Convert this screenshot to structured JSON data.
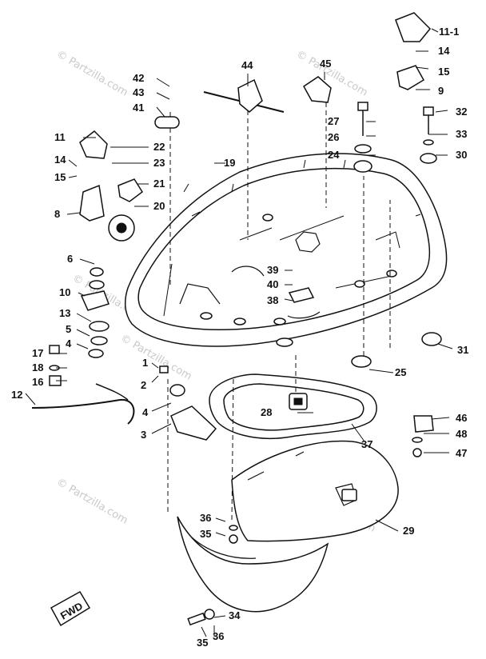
{
  "watermark": {
    "text": "© Partzilla.com",
    "color": "#c9c9c9"
  },
  "fwd_badge": {
    "text": "FWD"
  },
  "labels": [
    {
      "id": "111",
      "text": "11-1"
    },
    {
      "id": "14a",
      "text": "14"
    },
    {
      "id": "15a",
      "text": "15"
    },
    {
      "id": "44",
      "text": "44"
    },
    {
      "id": "45",
      "text": "45"
    },
    {
      "id": "9",
      "text": "9"
    },
    {
      "id": "42",
      "text": "42"
    },
    {
      "id": "43",
      "text": "43"
    },
    {
      "id": "41",
      "text": "41"
    },
    {
      "id": "32",
      "text": "32"
    },
    {
      "id": "27",
      "text": "27"
    },
    {
      "id": "33",
      "text": "33"
    },
    {
      "id": "11",
      "text": "11"
    },
    {
      "id": "26",
      "text": "26"
    },
    {
      "id": "22",
      "text": "22"
    },
    {
      "id": "30",
      "text": "30"
    },
    {
      "id": "24",
      "text": "24"
    },
    {
      "id": "14b",
      "text": "14"
    },
    {
      "id": "19",
      "text": "19"
    },
    {
      "id": "23",
      "text": "23"
    },
    {
      "id": "15b",
      "text": "15"
    },
    {
      "id": "21",
      "text": "21"
    },
    {
      "id": "20",
      "text": "20"
    },
    {
      "id": "8",
      "text": "8"
    },
    {
      "id": "6",
      "text": "6"
    },
    {
      "id": "39",
      "text": "39"
    },
    {
      "id": "40",
      "text": "40"
    },
    {
      "id": "10",
      "text": "10"
    },
    {
      "id": "38",
      "text": "38"
    },
    {
      "id": "13",
      "text": "13"
    },
    {
      "id": "5",
      "text": "5"
    },
    {
      "id": "4a",
      "text": "4"
    },
    {
      "id": "31",
      "text": "31"
    },
    {
      "id": "17",
      "text": "17"
    },
    {
      "id": "1",
      "text": "1"
    },
    {
      "id": "18",
      "text": "18"
    },
    {
      "id": "25",
      "text": "25"
    },
    {
      "id": "16",
      "text": "16"
    },
    {
      "id": "2",
      "text": "2"
    },
    {
      "id": "12",
      "text": "12"
    },
    {
      "id": "4b",
      "text": "4"
    },
    {
      "id": "28",
      "text": "28"
    },
    {
      "id": "46",
      "text": "46"
    },
    {
      "id": "3",
      "text": "3"
    },
    {
      "id": "48",
      "text": "48"
    },
    {
      "id": "37",
      "text": "37"
    },
    {
      "id": "47",
      "text": "47"
    },
    {
      "id": "36a",
      "text": "36"
    },
    {
      "id": "29",
      "text": "29"
    },
    {
      "id": "35a",
      "text": "35"
    },
    {
      "id": "34",
      "text": "34"
    },
    {
      "id": "35b",
      "text": "35"
    },
    {
      "id": "36b",
      "text": "36"
    }
  ]
}
